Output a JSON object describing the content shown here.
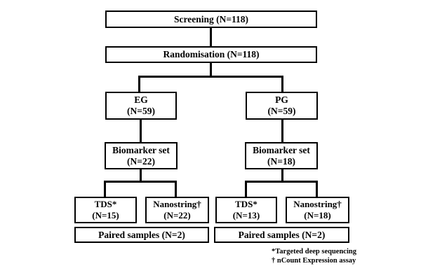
{
  "flowchart": {
    "screening": {
      "label": "Screening (N=118)"
    },
    "randomisation": {
      "label": "Randomisation (N=118)"
    },
    "eg": {
      "line1": "EG",
      "line2": "(N=59)"
    },
    "pg": {
      "line1": "PG",
      "line2": "(N=59)"
    },
    "biomarker_eg": {
      "line1": "Biomarker set",
      "line2": "(N=22)"
    },
    "biomarker_pg": {
      "line1": "Biomarker set",
      "line2": "(N=18)"
    },
    "tds_eg": {
      "line1": "TDS*",
      "line2": "(N=15)"
    },
    "nanostring_eg": {
      "line1": "Nanostring†",
      "line2": "(N=22)"
    },
    "tds_pg": {
      "line1": "TDS*",
      "line2": "(N=13)"
    },
    "nanostring_pg": {
      "line1": "Nanostring†",
      "line2": "(N=18)"
    },
    "paired_eg": {
      "label": "Paired samples (N=2)"
    },
    "paired_pg": {
      "label": "Paired samples (N=2)"
    },
    "footnotes": {
      "line1": "*Targeted deep sequencing",
      "line2": "† nCount Expression assay"
    },
    "colors": {
      "line": "#000000",
      "text": "#000000",
      "background": "#ffffff"
    }
  }
}
